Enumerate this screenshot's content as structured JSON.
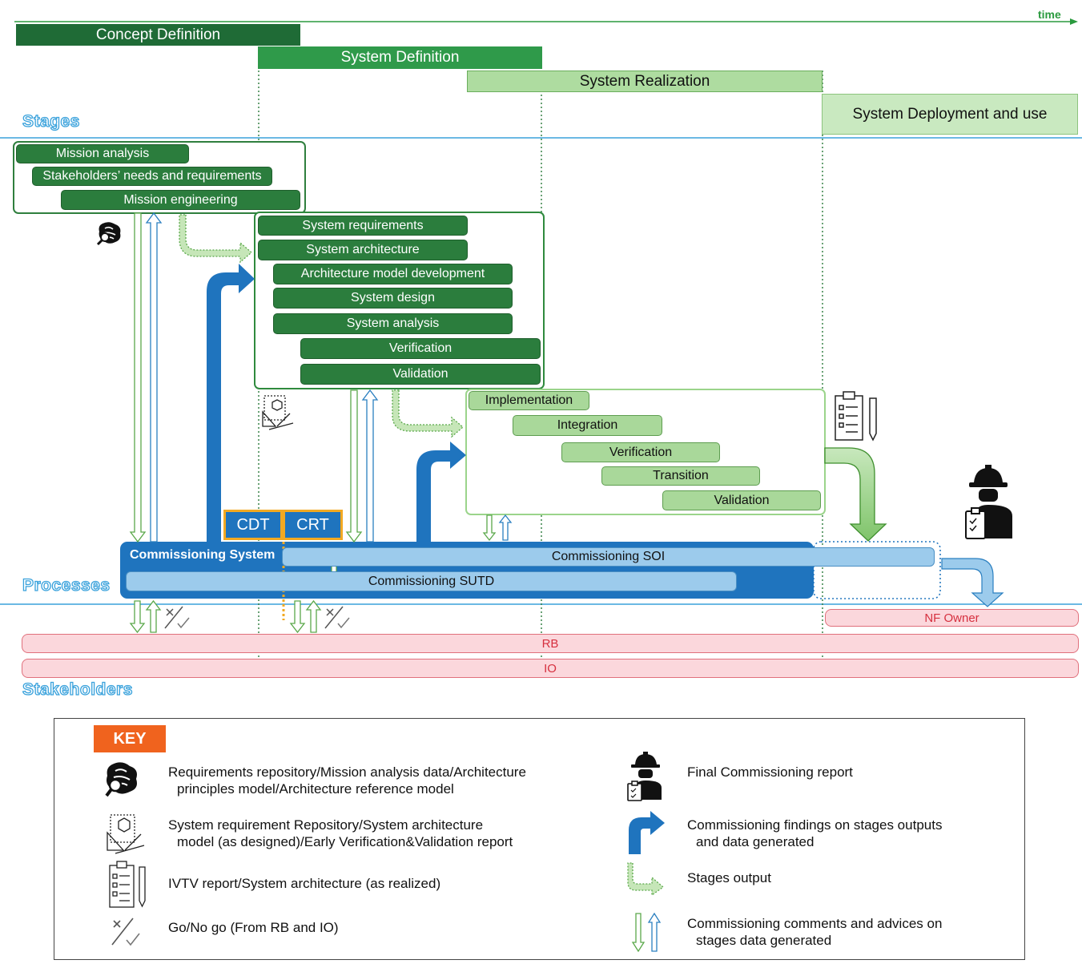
{
  "time_label": "time",
  "section_labels": {
    "stages": "Stages",
    "processes": "Processes",
    "stakeholders": "Stakeholders"
  },
  "stages": [
    {
      "label": "Concept Definition"
    },
    {
      "label": "System Definition"
    },
    {
      "label": "System Realization"
    },
    {
      "label": "System Deployment and use"
    }
  ],
  "concept_processes": [
    "Mission analysis",
    "Stakeholders’ needs and requirements",
    "Mission engineering"
  ],
  "definition_processes": [
    "System requirements",
    "System architecture",
    "Architecture model development",
    "System design",
    "System analysis",
    "Verification",
    "Validation"
  ],
  "realization_processes": [
    "Implementation",
    "Integration",
    "Verification",
    "Transition",
    "Validation"
  ],
  "commissioning": {
    "cdt": "CDT",
    "crt": "CRT",
    "system": "Commissioning System",
    "soi": "Commissioning SOI",
    "sutd": "Commissioning SUTD"
  },
  "stakeholders": {
    "nf_owner": "NF Owner",
    "rb": "RB",
    "io": "IO"
  },
  "key": {
    "title": "KEY",
    "items": [
      {
        "icon": "brain-search-icon",
        "line1": "Requirements repository/Mission analysis data/Architecture",
        "line2": "principles model/Architecture reference model"
      },
      {
        "icon": "design-tools-icon",
        "line1": "System requirement Repository/System architecture",
        "line2": "model (as designed)/Early Verification&Validation report"
      },
      {
        "icon": "clipboard-pencil-icon",
        "line1": "IVTV report/System architecture (as realized)",
        "line2": ""
      },
      {
        "icon": "go-nogo-icon",
        "line1": "Go/No go (From RB and IO)",
        "line2": ""
      },
      {
        "icon": "worker-report-icon",
        "line1": "Final Commissioning report",
        "line2": ""
      },
      {
        "icon": "blue-bent-arrow-icon",
        "line1": "Commissioning findings on stages outputs",
        "line2": "and data generated"
      },
      {
        "icon": "green-dotted-arrow-icon",
        "line1": "Stages output",
        "line2": ""
      },
      {
        "icon": "up-down-arrows-icon",
        "line1": "Commissioning comments and advices on",
        "line2": "stages data generated"
      }
    ]
  },
  "colors": {
    "dark_green": "#1f6b36",
    "green": "#2f9a4a",
    "light_green": "#aedca0",
    "blue": "#1f74be",
    "light_blue": "#9ccbec",
    "key_orange": "#f0631e",
    "stakeholder_red": "#d6303f"
  }
}
